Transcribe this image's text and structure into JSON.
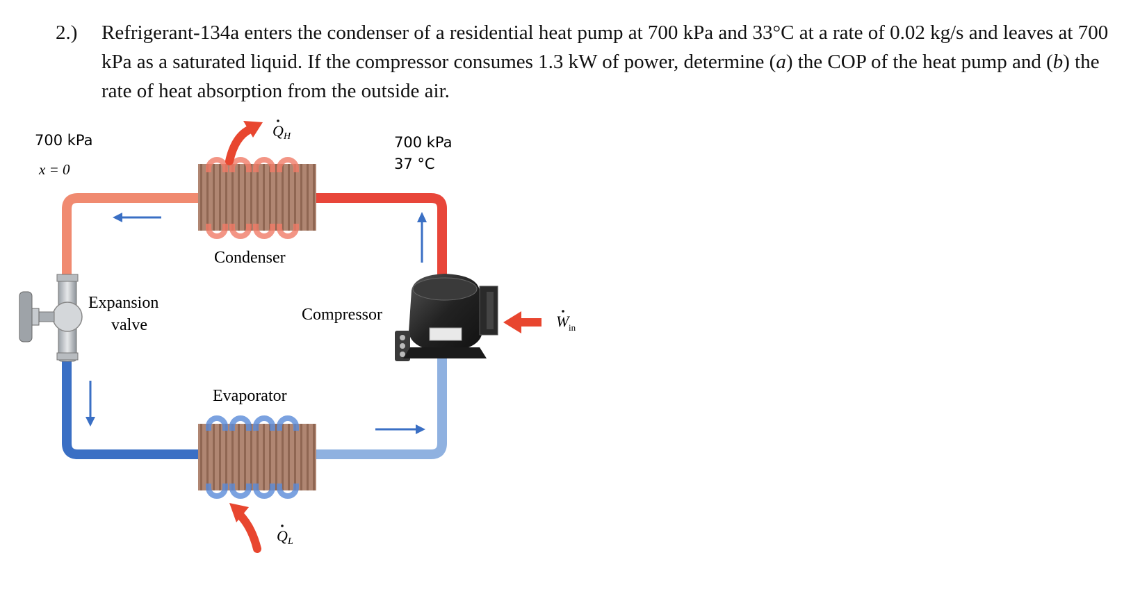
{
  "problem": {
    "number": "2.)",
    "text_1": "Refrigerant-134a enters the condenser of a residential heat pump at 700 kPa and 33°C at a rate of 0.02 kg/s and leaves at 700 kPa as a saturated liquid. If the compressor consumes 1.3 kW of power, determine (",
    "part_a": "a",
    "text_2": ") the COP of the heat pump and (",
    "part_b": "b",
    "text_3": ") the rate of heat absorption from the outside air."
  },
  "diagram": {
    "state_left": {
      "pressure": "700 kPa",
      "quality": "x = 0"
    },
    "state_right": {
      "pressure": "700 kPa",
      "temperature": "37 °C"
    },
    "labels": {
      "condenser": "Condenser",
      "expansion_valve_1": "Expansion",
      "expansion_valve_2": "valve",
      "compressor": "Compressor",
      "evaporator": "Evaporator"
    },
    "heat_high": "Q",
    "heat_high_sub": "H",
    "heat_low": "Q",
    "heat_low_sub": "L",
    "work_in": "W",
    "work_in_sub": "in"
  },
  "colors": {
    "hot_line": "#e8463a",
    "warm_line": "#f08a70",
    "cold_line": "#3a6fc4",
    "cool_line": "#8fb1e0",
    "flow_arrow": "#3a6fc4",
    "heat_arrow": "#e8462f",
    "coil_block": "#b38a78"
  }
}
